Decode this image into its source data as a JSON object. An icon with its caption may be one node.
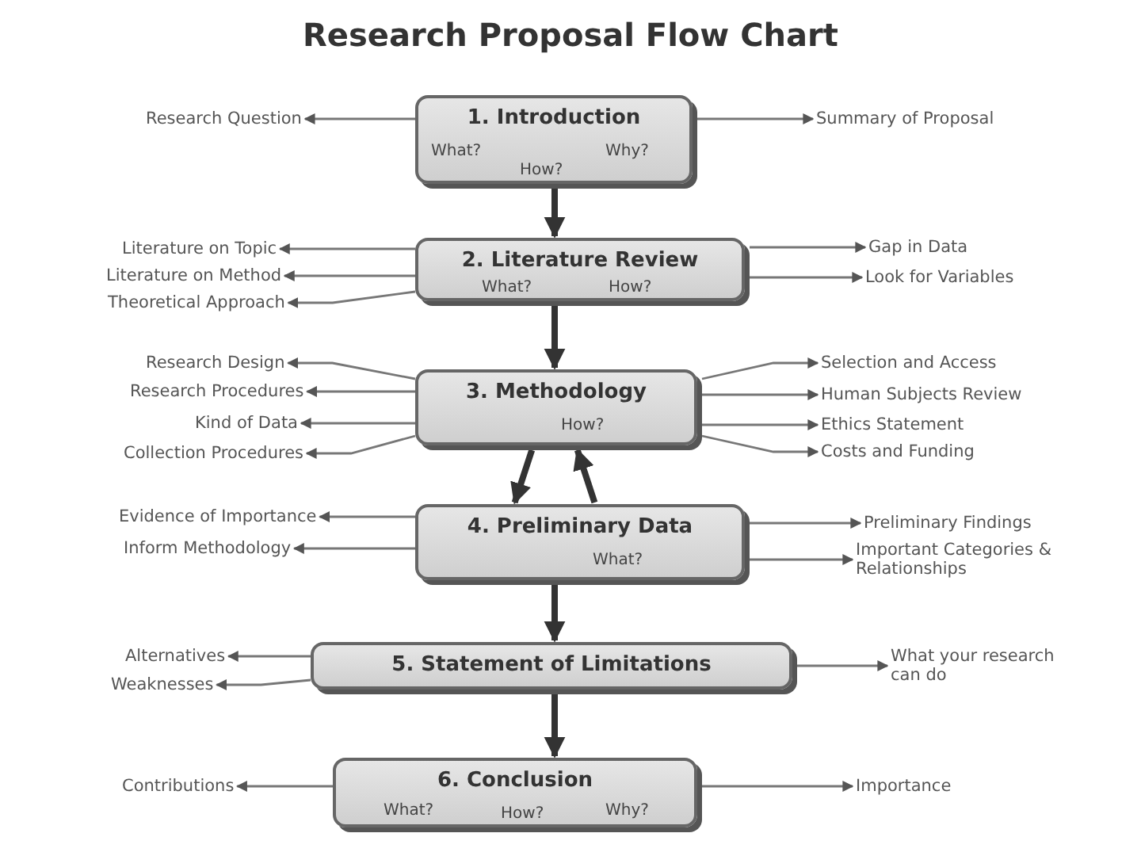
{
  "diagram": {
    "title": "Research Proposal Flow Chart",
    "nodes": [
      {
        "text": [
          "1. Introduction",
          "What?",
          "Why?",
          "How?"
        ]
      },
      {
        "text": [
          "Research Question"
        ]
      },
      {
        "text": [
          "Summary of Proposal"
        ]
      },
      {
        "text": [
          "2. Literature Review",
          "What?",
          "How?"
        ]
      },
      {
        "text": [
          "Literature on Topic"
        ]
      },
      {
        "text": [
          "Literature on Method"
        ]
      },
      {
        "text": [
          "Theoretical Approach"
        ]
      },
      {
        "text": [
          "Gap in Data"
        ]
      },
      {
        "text": [
          "Look for Variables"
        ]
      },
      {
        "text": [
          "3. Methodology",
          "How?"
        ]
      },
      {
        "text": [
          "Research Design"
        ]
      },
      {
        "text": [
          "Research Procedures"
        ]
      },
      {
        "text": [
          "Kind of Data"
        ]
      },
      {
        "text": [
          "Collection Procedures"
        ]
      },
      {
        "text": [
          "Selection and Access"
        ]
      },
      {
        "text": [
          "Human Subjects Review"
        ]
      },
      {
        "text": [
          "Ethics Statement"
        ]
      },
      {
        "text": [
          "Costs and Funding"
        ]
      },
      {
        "text": [
          "4. Preliminary Data",
          "What?"
        ]
      },
      {
        "text": [
          "Evidence of Importance"
        ]
      },
      {
        "text": [
          "Inform Methodology"
        ]
      },
      {
        "text": [
          "Preliminary Findings"
        ]
      },
      {
        "text": [
          "Important Categories & Relationships"
        ]
      },
      {
        "text": [
          "5. Statement of Limitations"
        ]
      },
      {
        "text": [
          "Alternatives"
        ]
      },
      {
        "text": [
          "Weaknesses"
        ]
      },
      {
        "text": [
          "What your research can do"
        ]
      },
      {
        "text": [
          "6. Conclusion",
          "What?",
          "How?",
          "Why?"
        ]
      },
      {
        "text": [
          "Contributions"
        ]
      },
      {
        "text": [
          "Importance"
        ]
      }
    ],
    "edges": [
      {
        "from": 0,
        "to": 1,
        "arrow": "to"
      },
      {
        "from": 0,
        "to": 2,
        "arrow": "to"
      },
      {
        "from": 0,
        "to": 3,
        "arrow": "to",
        "style": "thick"
      },
      {
        "from": 3,
        "to": 4,
        "arrow": "to"
      },
      {
        "from": 3,
        "to": 5,
        "arrow": "to"
      },
      {
        "from": 3,
        "to": 6,
        "arrow": "to"
      },
      {
        "from": 3,
        "to": 7,
        "arrow": "to"
      },
      {
        "from": 3,
        "to": 8,
        "arrow": "to"
      },
      {
        "from": 3,
        "to": 9,
        "arrow": "to",
        "style": "thick"
      },
      {
        "from": 9,
        "to": 10,
        "arrow": "to"
      },
      {
        "from": 9,
        "to": 11,
        "arrow": "to"
      },
      {
        "from": 9,
        "to": 12,
        "arrow": "to"
      },
      {
        "from": 9,
        "to": 13,
        "arrow": "to"
      },
      {
        "from": 9,
        "to": 14,
        "arrow": "to"
      },
      {
        "from": 9,
        "to": 15,
        "arrow": "to"
      },
      {
        "from": 9,
        "to": 16,
        "arrow": "to"
      },
      {
        "from": 9,
        "to": 17,
        "arrow": "to"
      },
      {
        "from": 9,
        "to": 18,
        "arrow": "to",
        "style": "thick"
      },
      {
        "from": 18,
        "to": 9,
        "arrow": "to",
        "style": "thick"
      },
      {
        "from": 18,
        "to": 19,
        "arrow": "to"
      },
      {
        "from": 18,
        "to": 20,
        "arrow": "to"
      },
      {
        "from": 18,
        "to": 21,
        "arrow": "to"
      },
      {
        "from": 18,
        "to": 22,
        "arrow": "to"
      },
      {
        "from": 18,
        "to": 23,
        "arrow": "to",
        "style": "thick"
      },
      {
        "from": 23,
        "to": 24,
        "arrow": "to"
      },
      {
        "from": 23,
        "to": 25,
        "arrow": "to"
      },
      {
        "from": 23,
        "to": 26,
        "arrow": "to"
      },
      {
        "from": 23,
        "to": 27,
        "arrow": "to",
        "style": "thick"
      },
      {
        "from": 27,
        "to": 28,
        "arrow": "to"
      },
      {
        "from": 27,
        "to": 29,
        "arrow": "to"
      }
    ]
  }
}
